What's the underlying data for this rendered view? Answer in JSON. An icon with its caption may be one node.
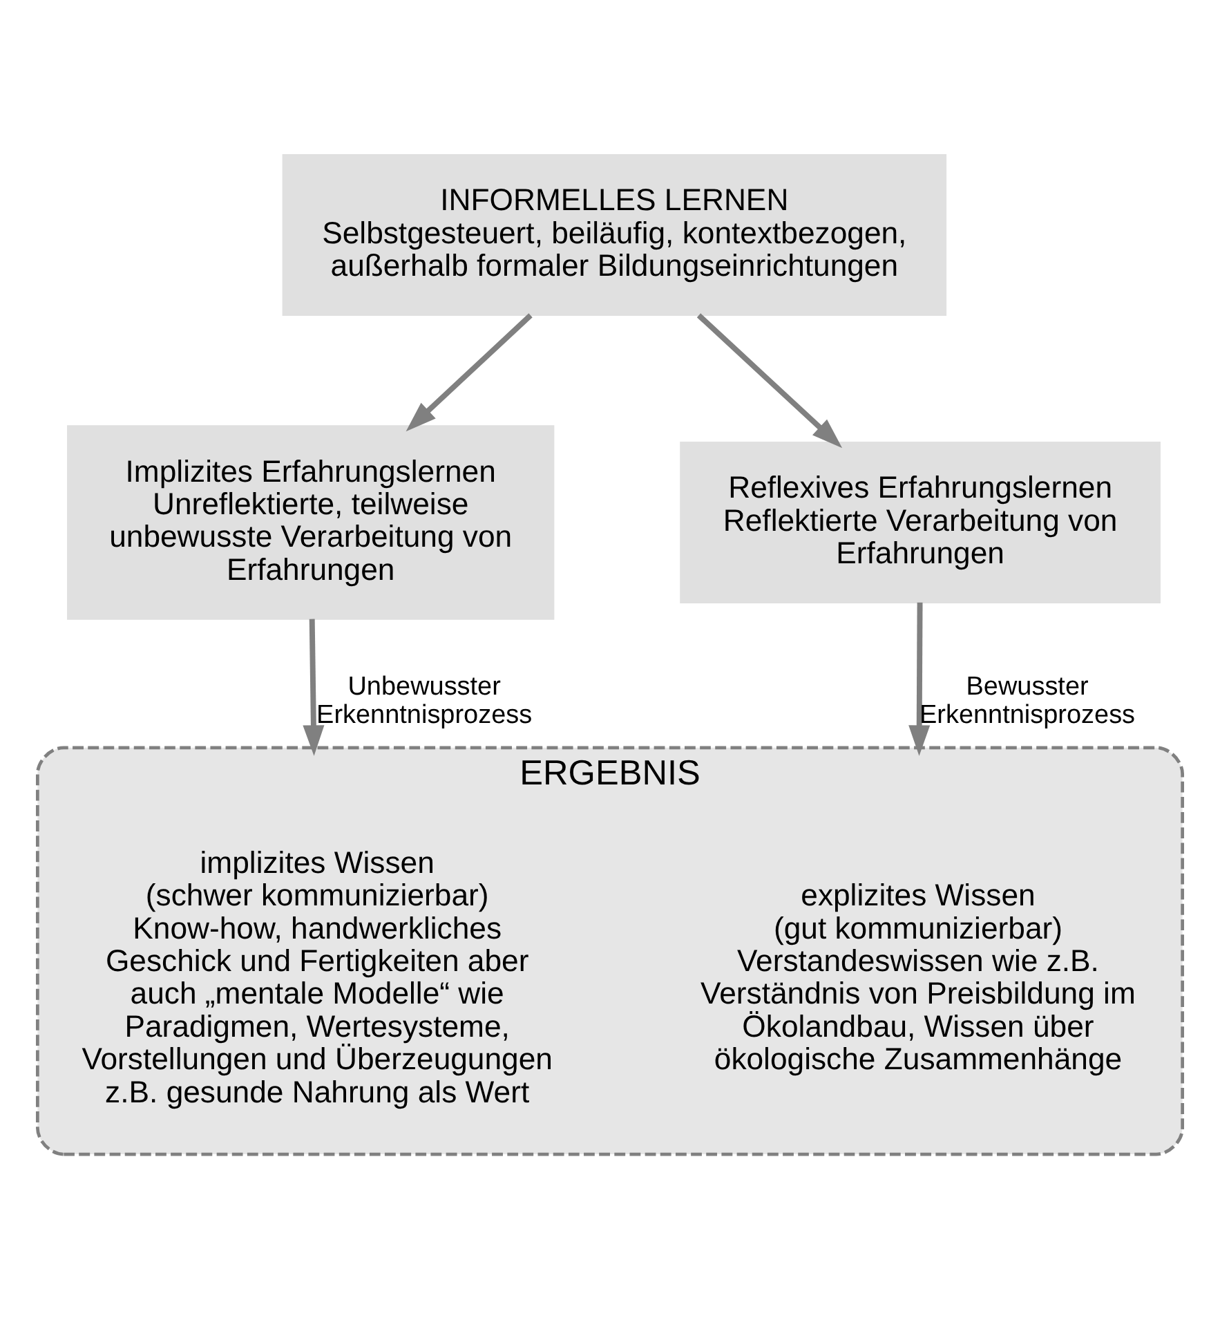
{
  "diagram": {
    "nodes": [
      {
        "text": [
          "INFORMELLES LERNEN",
          "Selbstgesteuert, beiläufig, kontextbezogen, außerhalb formaler Bildungseinrichtungen"
        ]
      },
      {
        "text": [
          "Implizites Erfahrungslernen",
          "Unreflektierte, teilweise unbewusste Verarbeitung von Erfahrungen"
        ]
      },
      {
        "text": [
          "Reflexives Erfahrungslernen",
          "Reflektierte Verarbeitung von Erfahrungen"
        ]
      },
      {
        "text": [
          "ERGEBNIS"
        ]
      },
      {
        "text": [
          "implizites Wissen",
          "(schwer kommunizierbar)",
          "Know-how, handwerkliches Geschick und Fertigkeiten aber auch „mentale Modelle“ wie Paradigmen, Wertesysteme, Vorstellungen und Überzeugungen z.B. gesunde Nahrung als Wert"
        ],
        "in": 3
      },
      {
        "text": [
          "explizites Wissen",
          "(gut kommunizierbar)",
          "Verstandeswissen wie z.B. Verständnis von Preisbildung im Ökolandbau, Wissen über ökologische Zusammenhänge"
        ],
        "in": 3
      }
    ],
    "edges": [
      {
        "from": 0,
        "to": 1,
        "arrow": "to"
      },
      {
        "from": 0,
        "to": 2,
        "arrow": "to"
      },
      {
        "from": 1,
        "to": 3,
        "arrow": "to",
        "label": "Unbewusster Erkenntnisprozess"
      },
      {
        "from": 2,
        "to": 3,
        "arrow": "to",
        "label": "Bewusster Erkenntnisprozess"
      }
    ]
  }
}
